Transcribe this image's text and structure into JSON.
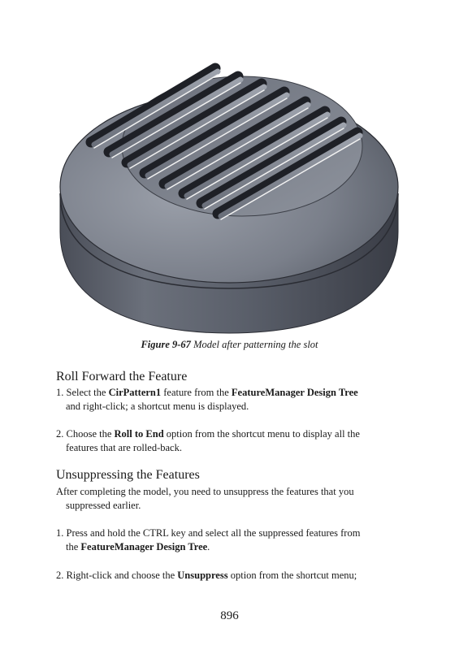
{
  "figure": {
    "label": "Figure 9-67",
    "caption": "Model after patterning the slot"
  },
  "sections": [
    {
      "heading": "Roll Forward the Feature",
      "steps": [
        {
          "num": "1.",
          "t1": "Select the ",
          "b1": "CirPattern1",
          "t2": " feature from the ",
          "b2": "FeatureManager Design Tree",
          "t3": "and right-click; a shortcut menu is displayed."
        },
        {
          "num": "2.",
          "t1": "Choose the ",
          "b1": "Roll to End",
          "t2": " option from the shortcut menu to display all the",
          "t3": "features that are rolled-back."
        }
      ]
    },
    {
      "heading": "Unsuppressing the Features",
      "intro1": "After completing the model, you need to unsuppress the features that you",
      "intro2": "suppressed earlier.",
      "steps": [
        {
          "num": "1.",
          "t1": "Press and hold the CTRL key and select all the suppressed features from",
          "t2": "the ",
          "b1": "FeatureManager Design Tree",
          "t3": "."
        },
        {
          "num": "2.",
          "t1": "Right-click and choose the ",
          "b1": "Unsuppress",
          "t2": " option from the shortcut menu;"
        }
      ]
    }
  ],
  "page_number": "896",
  "colors": {
    "body_dark": "#4a4e58",
    "body_light": "#8a8f9a",
    "slot_shadow": "#1e2026",
    "slot_highlight": "#f2f2f2"
  }
}
